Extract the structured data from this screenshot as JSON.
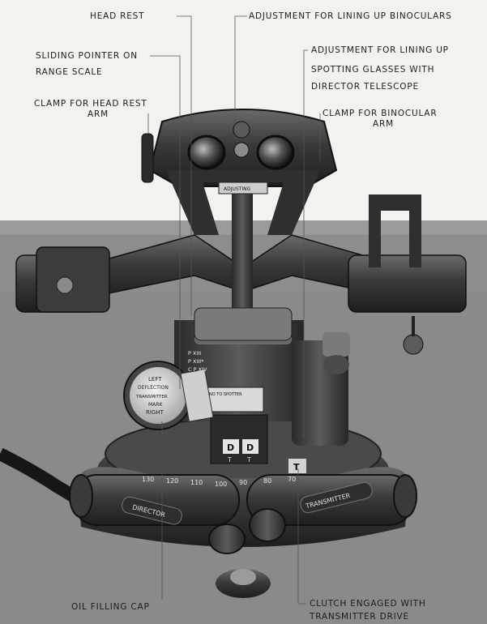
{
  "labels": {
    "head_rest": "HEAD REST",
    "adjust_binoculars": "ADJUSTMENT FOR LINING UP BINOCULARS",
    "sliding_pointer_1": "SLIDING POINTER ON",
    "sliding_pointer_2": "RANGE SCALE",
    "adjust_spotting_1": "ADJUSTMENT FOR LINING UP",
    "adjust_spotting_2": "SPOTTING GLASSES WITH",
    "adjust_spotting_3": "DIRECTOR TELESCOPE",
    "clamp_head_rest_1": "CLAMP FOR HEAD REST",
    "clamp_head_rest_2": "ARM",
    "clamp_binocular_1": "CLAMP FOR BINOCULAR",
    "clamp_binocular_2": "ARM",
    "oil_cap": "OIL FILLING CAP",
    "clutch_1": "CLUTCH ENGAGED WITH",
    "clutch_2": "TRANSMITTER DRIVE"
  },
  "instrument": {
    "body_left": "DIRECTOR",
    "body_right": "TRANSMITTER",
    "adjusting": "ADJUSTING",
    "dial_left": "LEFT",
    "dial_deflection": "DEFLECTION",
    "dial_transmitter": "TRANSMITTER",
    "dial_mark": "MARK",
    "dial_right": "RIGHT",
    "spotter_plate": "NO TO SPOTTER",
    "scale_marks": [
      "130",
      "120",
      "110",
      "100",
      "90",
      "80",
      "70"
    ],
    "drum_d1": "D",
    "drum_d2": "D",
    "drum_t1": "T",
    "drum_t2": "T",
    "drum_t3": "T",
    "p_labels": [
      "P XIII",
      "P XIII*",
      "C P XIV"
    ]
  }
}
